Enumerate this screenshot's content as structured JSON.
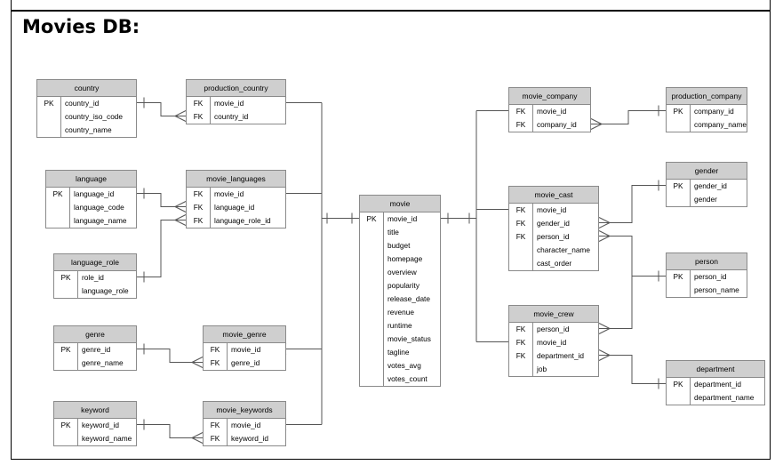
{
  "title": "Movies DB:",
  "tables": {
    "country": {
      "name": "country",
      "rows": [
        {
          "key": "PK",
          "field": "country_id"
        },
        {
          "key": "",
          "field": "country_iso_code"
        },
        {
          "key": "",
          "field": "country_name"
        }
      ]
    },
    "production_country": {
      "name": "production_country",
      "rows": [
        {
          "key": "FK",
          "field": "movie_id"
        },
        {
          "key": "FK",
          "field": "country_id"
        }
      ]
    },
    "language": {
      "name": "language",
      "rows": [
        {
          "key": "PK",
          "field": "language_id"
        },
        {
          "key": "",
          "field": "language_code"
        },
        {
          "key": "",
          "field": "language_name"
        }
      ]
    },
    "movie_languages": {
      "name": "movie_languages",
      "rows": [
        {
          "key": "FK",
          "field": "movie_id"
        },
        {
          "key": "FK",
          "field": "language_id"
        },
        {
          "key": "FK",
          "field": "language_role_id"
        }
      ]
    },
    "language_role": {
      "name": "language_role",
      "rows": [
        {
          "key": "PK",
          "field": "role_id"
        },
        {
          "key": "",
          "field": "language_role"
        }
      ]
    },
    "genre": {
      "name": "genre",
      "rows": [
        {
          "key": "PK",
          "field": "genre_id"
        },
        {
          "key": "",
          "field": "genre_name"
        }
      ]
    },
    "movie_genre": {
      "name": "movie_genre",
      "rows": [
        {
          "key": "FK",
          "field": "movie_id"
        },
        {
          "key": "FK",
          "field": "genre_id"
        }
      ]
    },
    "keyword": {
      "name": "keyword",
      "rows": [
        {
          "key": "PK",
          "field": "keyword_id"
        },
        {
          "key": "",
          "field": "keyword_name"
        }
      ]
    },
    "movie_keywords": {
      "name": "movie_keywords",
      "rows": [
        {
          "key": "FK",
          "field": "movie_id"
        },
        {
          "key": "FK",
          "field": "keyword_id"
        }
      ]
    },
    "movie": {
      "name": "movie",
      "rows": [
        {
          "key": "PK",
          "field": "movie_id"
        },
        {
          "key": "",
          "field": "title"
        },
        {
          "key": "",
          "field": "budget"
        },
        {
          "key": "",
          "field": "homepage"
        },
        {
          "key": "",
          "field": "overview"
        },
        {
          "key": "",
          "field": "popularity"
        },
        {
          "key": "",
          "field": "release_date"
        },
        {
          "key": "",
          "field": "revenue"
        },
        {
          "key": "",
          "field": "runtime"
        },
        {
          "key": "",
          "field": "movie_status"
        },
        {
          "key": "",
          "field": "tagline"
        },
        {
          "key": "",
          "field": "votes_avg"
        },
        {
          "key": "",
          "field": "votes_count"
        }
      ]
    },
    "movie_company": {
      "name": "movie_company",
      "rows": [
        {
          "key": "FK",
          "field": "movie_id"
        },
        {
          "key": "FK",
          "field": "company_id"
        }
      ]
    },
    "production_company": {
      "name": "production_company",
      "rows": [
        {
          "key": "PK",
          "field": "company_id"
        },
        {
          "key": "",
          "field": "company_name"
        }
      ]
    },
    "movie_cast": {
      "name": "movie_cast",
      "rows": [
        {
          "key": "FK",
          "field": "movie_id"
        },
        {
          "key": "FK",
          "field": "gender_id"
        },
        {
          "key": "FK",
          "field": "person_id"
        },
        {
          "key": "",
          "field": "character_name"
        },
        {
          "key": "",
          "field": "cast_order"
        }
      ]
    },
    "gender": {
      "name": "gender",
      "rows": [
        {
          "key": "PK",
          "field": "gender_id"
        },
        {
          "key": "",
          "field": "gender"
        }
      ]
    },
    "person": {
      "name": "person",
      "rows": [
        {
          "key": "PK",
          "field": "person_id"
        },
        {
          "key": "",
          "field": "person_name"
        }
      ]
    },
    "movie_crew": {
      "name": "movie_crew",
      "rows": [
        {
          "key": "FK",
          "field": "person_id"
        },
        {
          "key": "FK",
          "field": "movie_id"
        },
        {
          "key": "FK",
          "field": "department_id"
        },
        {
          "key": "",
          "field": "job"
        }
      ]
    },
    "department": {
      "name": "department",
      "rows": [
        {
          "key": "PK",
          "field": "department_id"
        },
        {
          "key": "",
          "field": "department_name"
        }
      ]
    }
  }
}
